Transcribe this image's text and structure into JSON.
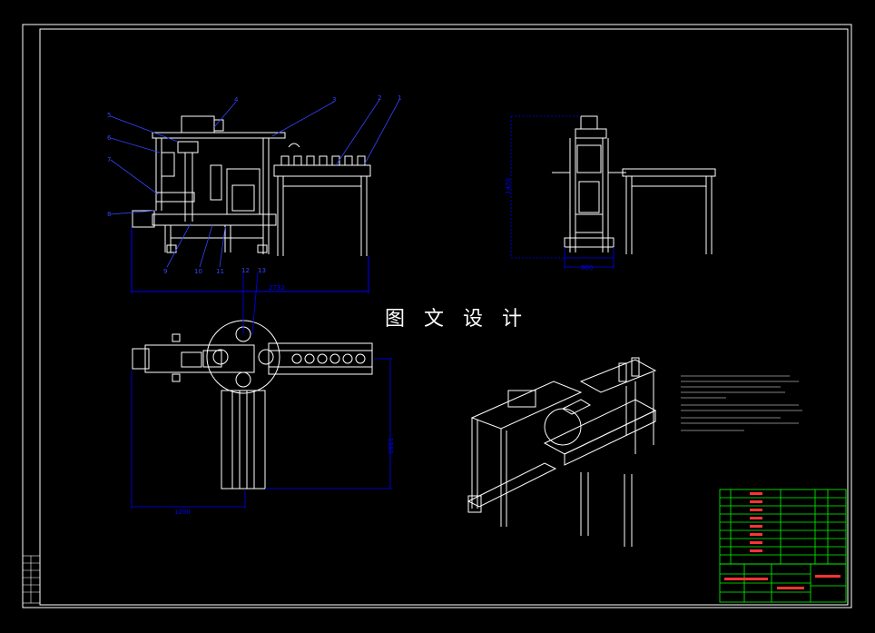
{
  "watermark": "图 文 设 计",
  "drawing_tag": "",
  "balloons": {
    "top_view": [
      "4",
      "3",
      "2",
      "1",
      "5",
      "6",
      "7",
      "8",
      "9",
      "10",
      "11"
    ],
    "plan_view": [
      "12",
      "13"
    ]
  },
  "dimensions": {
    "front_width": "2732",
    "side_height": "1470",
    "side_width": "800",
    "plan_height": "1560",
    "plan_width": "1290"
  },
  "colors": {
    "background": "#000000",
    "outline": "#ffffff",
    "dimension": "#0000ff",
    "leader": "#3344ff",
    "table": "#00ff00"
  }
}
